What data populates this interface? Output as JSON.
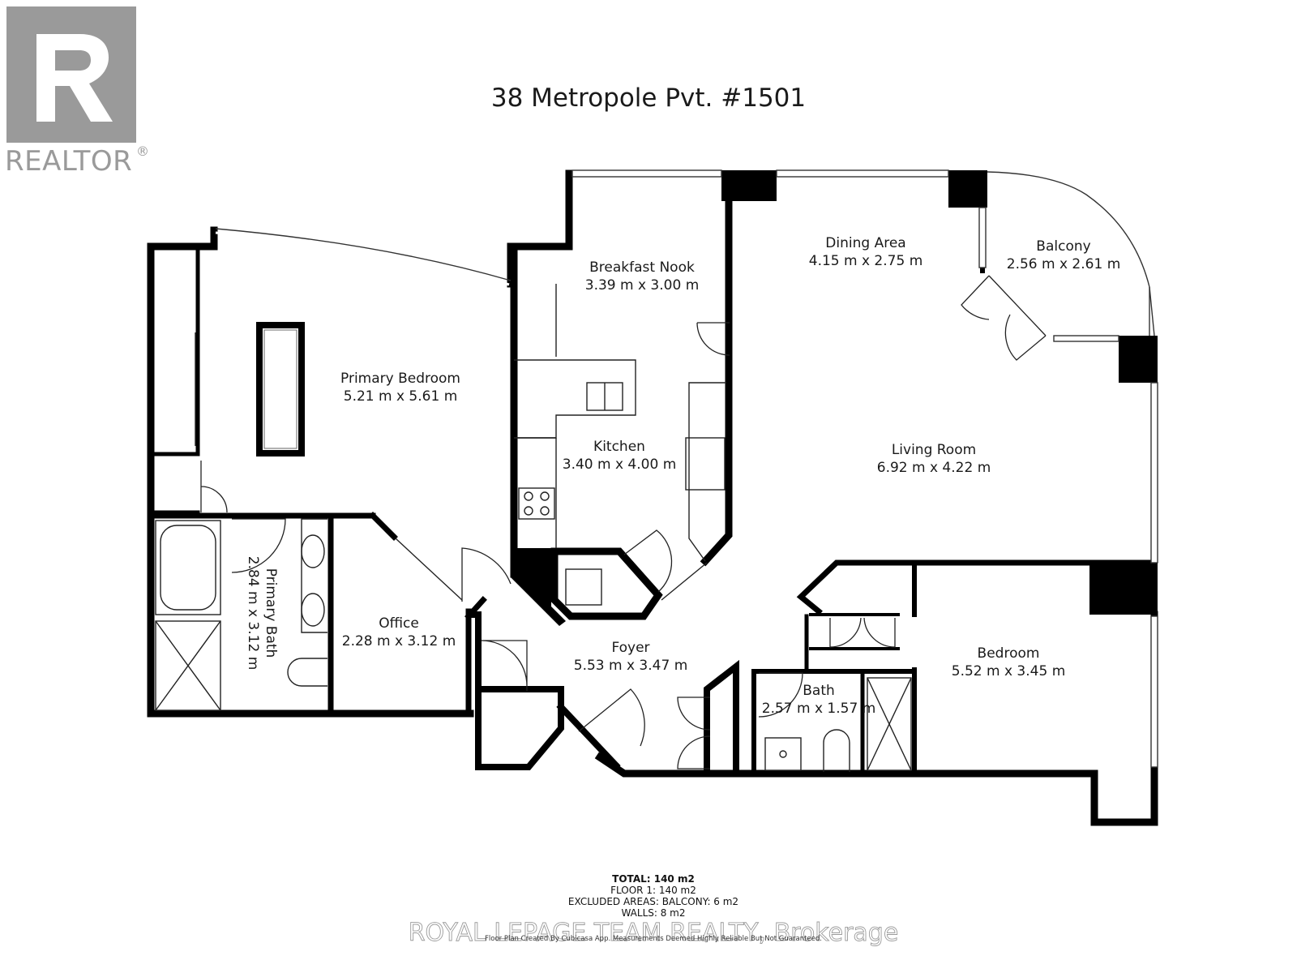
{
  "logo": {
    "name": "REALTOR",
    "mark": "®"
  },
  "title": "38 Metropole Pvt. #1501",
  "rooms": {
    "primary_bedroom": {
      "name": "Primary Bedroom",
      "dim": "5.21 m x 5.61 m"
    },
    "breakfast_nook": {
      "name": "Breakfast Nook",
      "dim": "3.39 m x 3.00 m"
    },
    "dining_area": {
      "name": "Dining Area",
      "dim": "4.15 m x 2.75 m"
    },
    "balcony": {
      "name": "Balcony",
      "dim": "2.56 m x 2.61 m"
    },
    "kitchen": {
      "name": "Kitchen",
      "dim": "3.40 m x 4.00 m"
    },
    "living_room": {
      "name": "Living Room",
      "dim": "6.92 m x 4.22 m"
    },
    "primary_bath": {
      "name": "Primary Bath",
      "dim": "2.84 m x 3.12 m"
    },
    "office": {
      "name": "Office",
      "dim": "2.28 m x 3.12 m"
    },
    "foyer": {
      "name": "Foyer",
      "dim": "5.53 m x 3.47 m"
    },
    "bath": {
      "name": "Bath",
      "dim": "2.57 m x 1.57 m"
    },
    "bedroom": {
      "name": "Bedroom",
      "dim": "5.52 m x 3.45 m"
    }
  },
  "totals": {
    "total": "TOTAL: 140 m2",
    "floor": "FLOOR 1: 140 m2",
    "excluded": "EXCLUDED AREAS: BALCONY: 6 m2",
    "walls": "WALLS: 8 m2"
  },
  "watermark": "ROYAL LEPAGE TEAM REALTY, Brokerage",
  "disclaimer": "Floor Plan Created By Cubicasa App. Measurements Deemed Highly Reliable But Not Guaranteed."
}
